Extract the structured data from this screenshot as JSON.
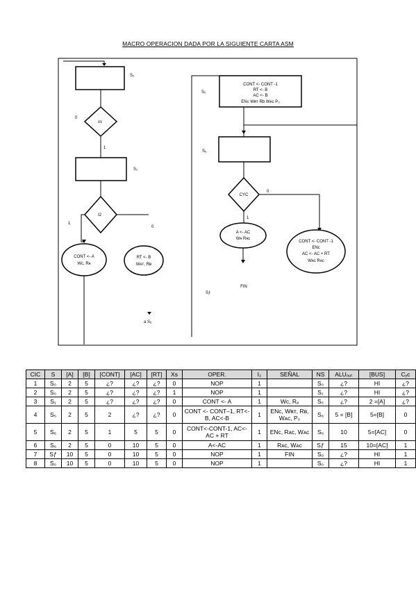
{
  "title": "MACRO OPERACION DADA POR LA SIGUIENTE CARTA ASM",
  "diagram": {
    "state_s0": "S₀",
    "diamond_xs": "xs",
    "branch_0": "0",
    "branch_1": "1",
    "state_s1": "S₁",
    "diamond_i2": "I2",
    "branch_i2_1": "1",
    "branch_i2_0": "0",
    "oval_cont_a_l1": "CONT <- A",
    "oval_cont_a_l2": "Wᴄ, Rᴀ",
    "oval_rt_b_l1": "RT <- B",
    "oval_rt_b_l2": "Wᴀᴛ, Rʙ",
    "to_s5": "a S₅",
    "state_s5": "S₅",
    "s5_l1": "CONT <- CONT -1",
    "s5_l2": "RT <- B",
    "s5_l3": "AC <- B",
    "s5_l4": "ENᴄ Wʀᴛ Rb Wᴀᴄ P₀",
    "state_s6": "S₆",
    "diamond_cyc": "CYC",
    "branch_cyc_0": "0",
    "branch_cyc_1": "1",
    "oval_a_ac_l1": "A <- AC",
    "oval_a_ac_l2": "Wᴀ Rᴀᴄ",
    "oval_right_l1": "CONT <- CONT -1",
    "oval_right_l2": "ENᴄ",
    "oval_right_l3": "AC <- AC + RT",
    "oval_right_l4": "Wᴀᴄ Rᴀᴄ",
    "state_sf": "Sƒ",
    "fin": "FIN"
  },
  "table": {
    "headers": [
      "CIC",
      "S",
      "[A]",
      "[B]",
      "[CONT]",
      "[AC]",
      "[RT]",
      "Xs",
      "OPER.",
      "I₂",
      "SEÑAL",
      "NS",
      "ALUₒᵤₜ",
      "[BUS]",
      "Cᵧᴄ"
    ],
    "rows": [
      [
        "1",
        "S₀",
        "2",
        "5",
        "¿?",
        "¿?",
        "¿?",
        "0",
        "NOP",
        "1",
        "",
        "S₀",
        "¿?",
        "HI",
        "¿?"
      ],
      [
        "2",
        "S₀",
        "2",
        "5",
        "¿?",
        "¿?",
        "¿?",
        "1",
        "NOP",
        "1",
        "",
        "S₁",
        "¿?",
        "HI",
        "¿?"
      ],
      [
        "3",
        "S₁",
        "2",
        "5",
        "¿?",
        "¿?",
        "¿?",
        "0",
        "CONT <- A",
        "1",
        "Wᴄ, Rₐ",
        "S₅",
        "¿?",
        "2 =[A]",
        "¿?"
      ],
      [
        "4",
        "S₅",
        "2",
        "5",
        "2",
        "¿?",
        "¿?",
        "0",
        "CONT <- CONT–1, RT<-B, AC<-B",
        "1",
        "ENᴄ, Wʀᴛ, Rʙ, Wᴀᴄ, P₀",
        "S₆",
        "5 = [B]",
        "5=[B]",
        "0"
      ],
      [
        "5",
        "S₆",
        "2",
        "5",
        "1",
        "5",
        "5",
        "0",
        "CONT<-CONT-1, AC<-AC + RT",
        "1",
        "ENᴄ, Rᴀᴄ, Wᴀᴄ",
        "S₆",
        "10",
        "5=[AC]",
        "0"
      ],
      [
        "6",
        "S₆",
        "2",
        "5",
        "0",
        "10",
        "5",
        "0",
        "A<-AC",
        "1",
        "Rᴀᴄ, Wᴀᴄ",
        "Sƒ",
        "15",
        "10=[AC]",
        "1"
      ],
      [
        "7",
        "Sƒ",
        "10",
        "5",
        "0",
        "10",
        "5",
        "0",
        "NOP",
        "1",
        "FIN",
        "S₀",
        "¿?",
        "HI",
        "1"
      ],
      [
        "8",
        "S₀",
        "10",
        "5",
        "0",
        "10",
        "5",
        "0",
        "NOP",
        "1",
        "",
        "S₀",
        "¿?",
        "HI",
        "1"
      ]
    ]
  }
}
